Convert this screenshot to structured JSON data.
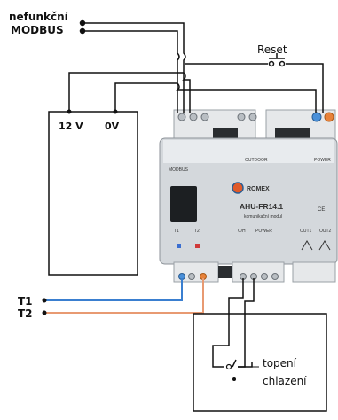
{
  "labels": {
    "modbus_line1": "nefunkční",
    "modbus_line2": "MODBUS",
    "reset": "Reset",
    "psu_12v": "12 V",
    "psu_0v": "0V",
    "t1": "T1",
    "t2": "T2",
    "topeni": "topení",
    "chlazeni": "chlazení"
  },
  "device": {
    "modbus": "MODBUS",
    "outdoor": "OUTDOOR",
    "power_top": "POWER",
    "brand": "ROMEX",
    "model": "AHU-FR14.1",
    "subtitle": "komunikační modul",
    "t1": "T1",
    "t2": "T2",
    "ch": "C/H",
    "power_bottom": "POWER",
    "ce": "CE",
    "out1": "OUT1",
    "out2": "OUT2"
  },
  "colors": {
    "wire": "#111111",
    "t1_wire": "#3a7fd0",
    "t2_wire": "#e89a72",
    "device_body": "#d4d8dc",
    "terminal": "#e6e8ea",
    "screw_blue": "#4a90d9",
    "screw_orange": "#e8823a"
  }
}
